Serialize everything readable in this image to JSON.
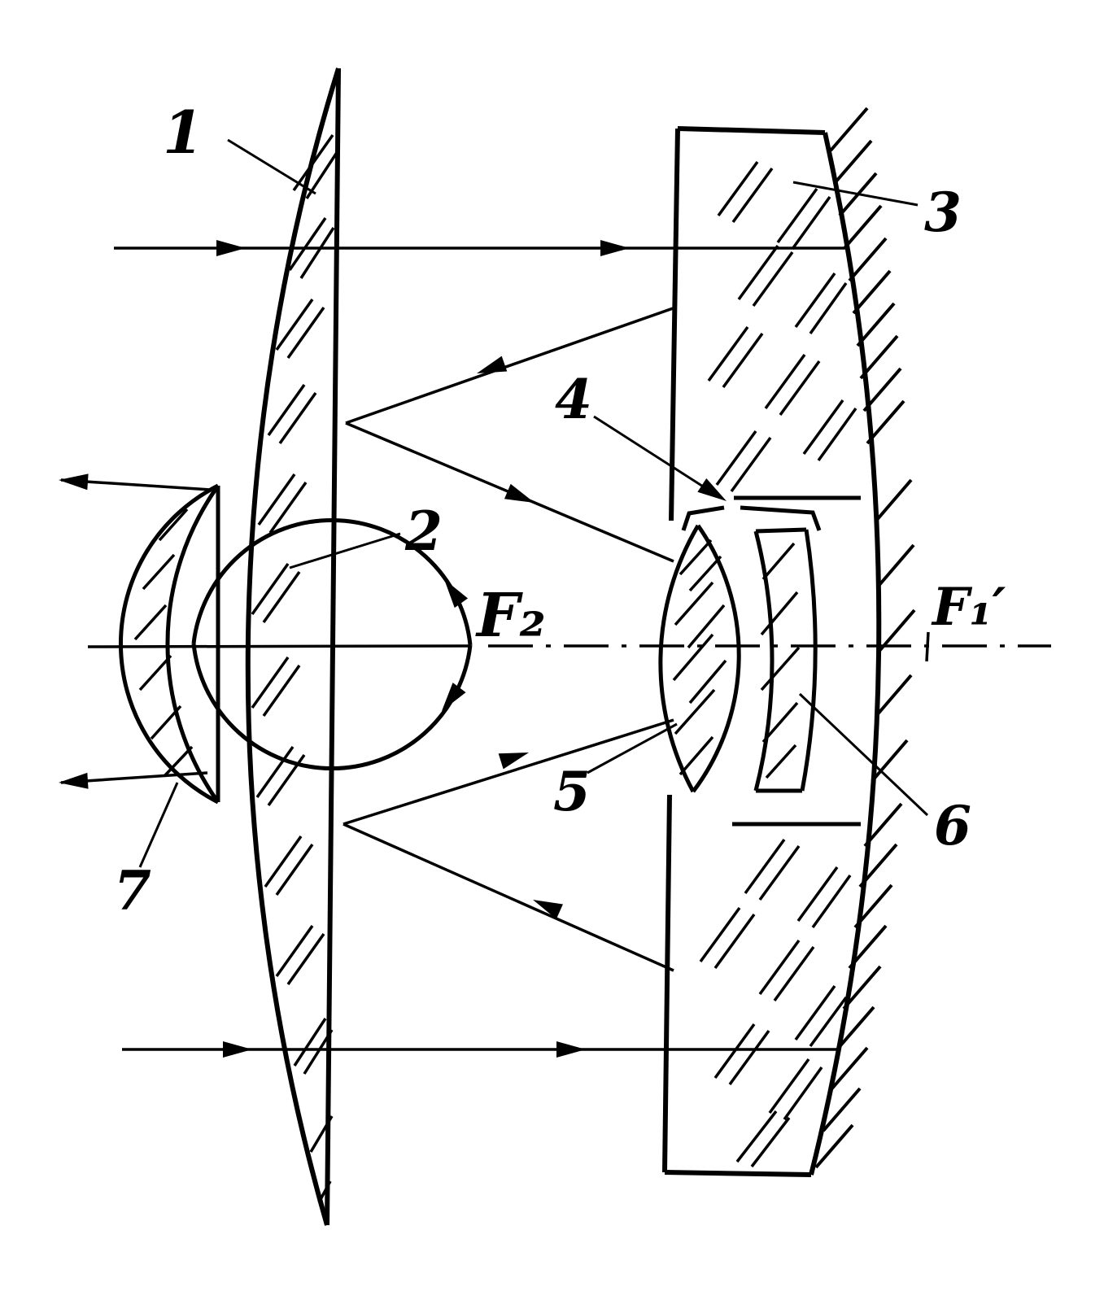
{
  "figure": {
    "type": "diagram",
    "colors": {
      "ink": "#000000",
      "background": "#ffffff"
    },
    "labels": {
      "part_1": "1",
      "part_2": "2",
      "part_3": "3",
      "part_4": "4",
      "part_5": "5",
      "part_6": "6",
      "part_7": "7",
      "focal_point_rear": "F₂",
      "focal_point_front": "F₁′"
    }
  }
}
